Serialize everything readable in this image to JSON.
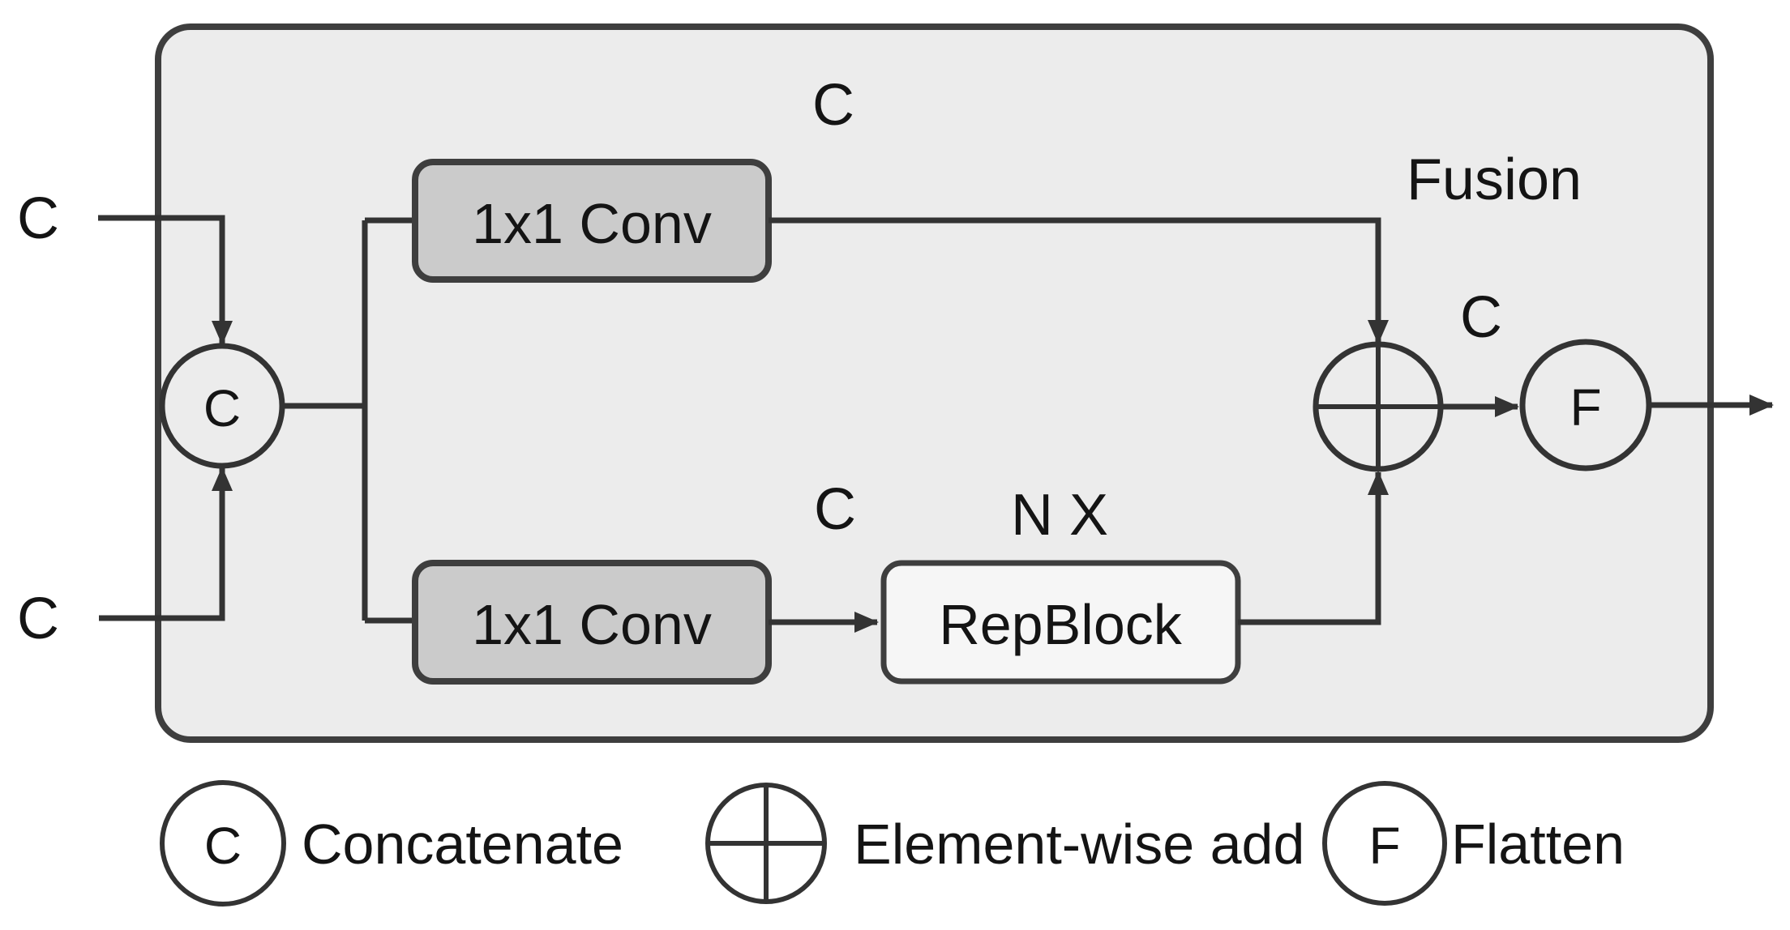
{
  "colors": {
    "page_bg": "#ffffff",
    "outer_fill": "#ececec",
    "outer_stroke": "#3e3e3e",
    "conv_fill": "#cbcbcb",
    "repblock_fill": "#f6f6f6",
    "node_stroke": "#3e3e3e",
    "line": "#333333",
    "text": "#141414",
    "legend_circle_fill": "#ffffff"
  },
  "diagram": {
    "fusion_label": "Fusion",
    "input_top_label": "C",
    "input_bottom_label": "C",
    "concat_symbol": "C",
    "conv_top_label": "1x1 Conv",
    "conv_bottom_label": "1x1 Conv",
    "conv_top_out_label": "C",
    "conv_bottom_out_label": "C",
    "repblock_label": "RepBlock",
    "repblock_repeat_label": "N X",
    "add_out_label": "C",
    "flatten_symbol": "F"
  },
  "legend": {
    "concatenate": {
      "symbol": "C",
      "label": "Concatenate"
    },
    "element_wise_add": {
      "label": "Element-wise add"
    },
    "flatten": {
      "symbol": "F",
      "label": "Flatten"
    }
  }
}
